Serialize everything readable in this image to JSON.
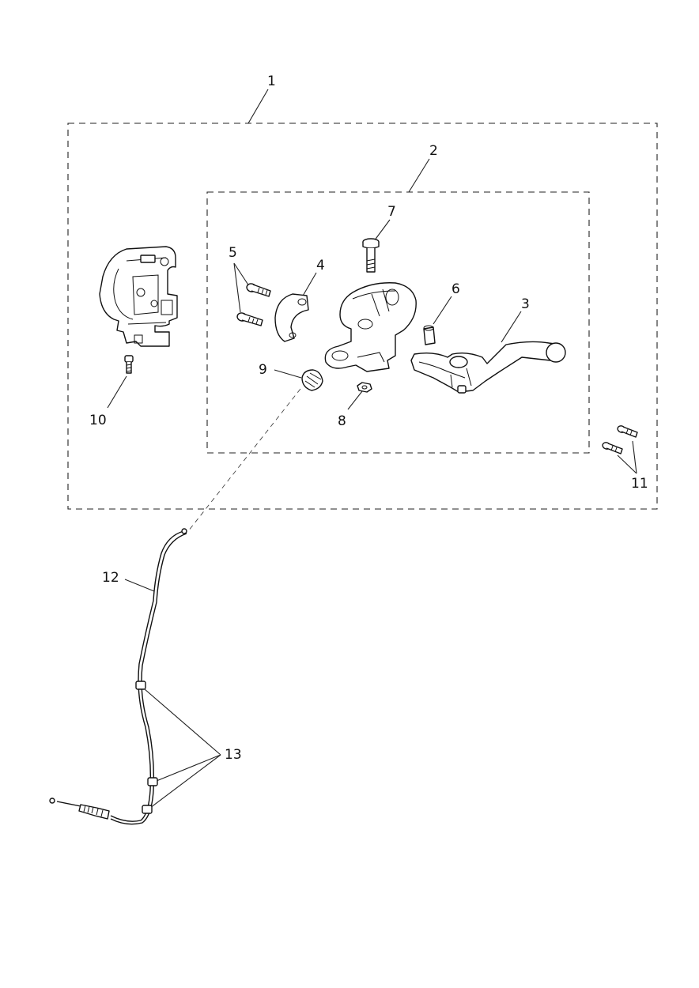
{
  "callouts": [
    {
      "id": "1",
      "text": "1"
    },
    {
      "id": "2",
      "text": "2"
    },
    {
      "id": "3",
      "text": "3"
    },
    {
      "id": "4",
      "text": "4"
    },
    {
      "id": "5",
      "text": "5"
    },
    {
      "id": "6",
      "text": "6"
    },
    {
      "id": "7",
      "text": "7"
    },
    {
      "id": "8",
      "text": "8"
    },
    {
      "id": "9",
      "text": "9"
    },
    {
      "id": "10",
      "text": "10"
    },
    {
      "id": "11",
      "text": "11"
    },
    {
      "id": "12",
      "text": "12"
    },
    {
      "id": "13",
      "text": "13"
    }
  ],
  "colors": {
    "line": "#111111",
    "background": "#ffffff"
  }
}
